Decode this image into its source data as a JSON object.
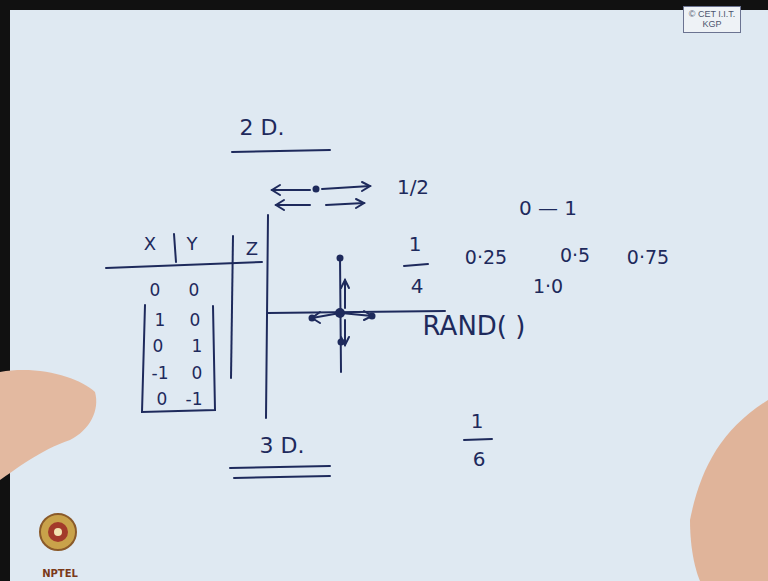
{
  "diagram": {
    "nodes": [
      {
        "text": [
          "© CET I.I.T. KGP"
        ]
      }
    ],
    "labels": [
      "2 D.",
      "1/2",
      "X",
      "Y",
      "Z",
      "0",
      "0",
      "1",
      "0",
      "0",
      "1",
      "-1",
      "0",
      "0",
      "-1",
      "1",
      "4",
      "0 — 1",
      "0·25",
      "0·5",
      "0·75",
      "1·0",
      "RAND( )",
      "3 D.",
      "1",
      "6",
      "NPTEL"
    ]
  }
}
